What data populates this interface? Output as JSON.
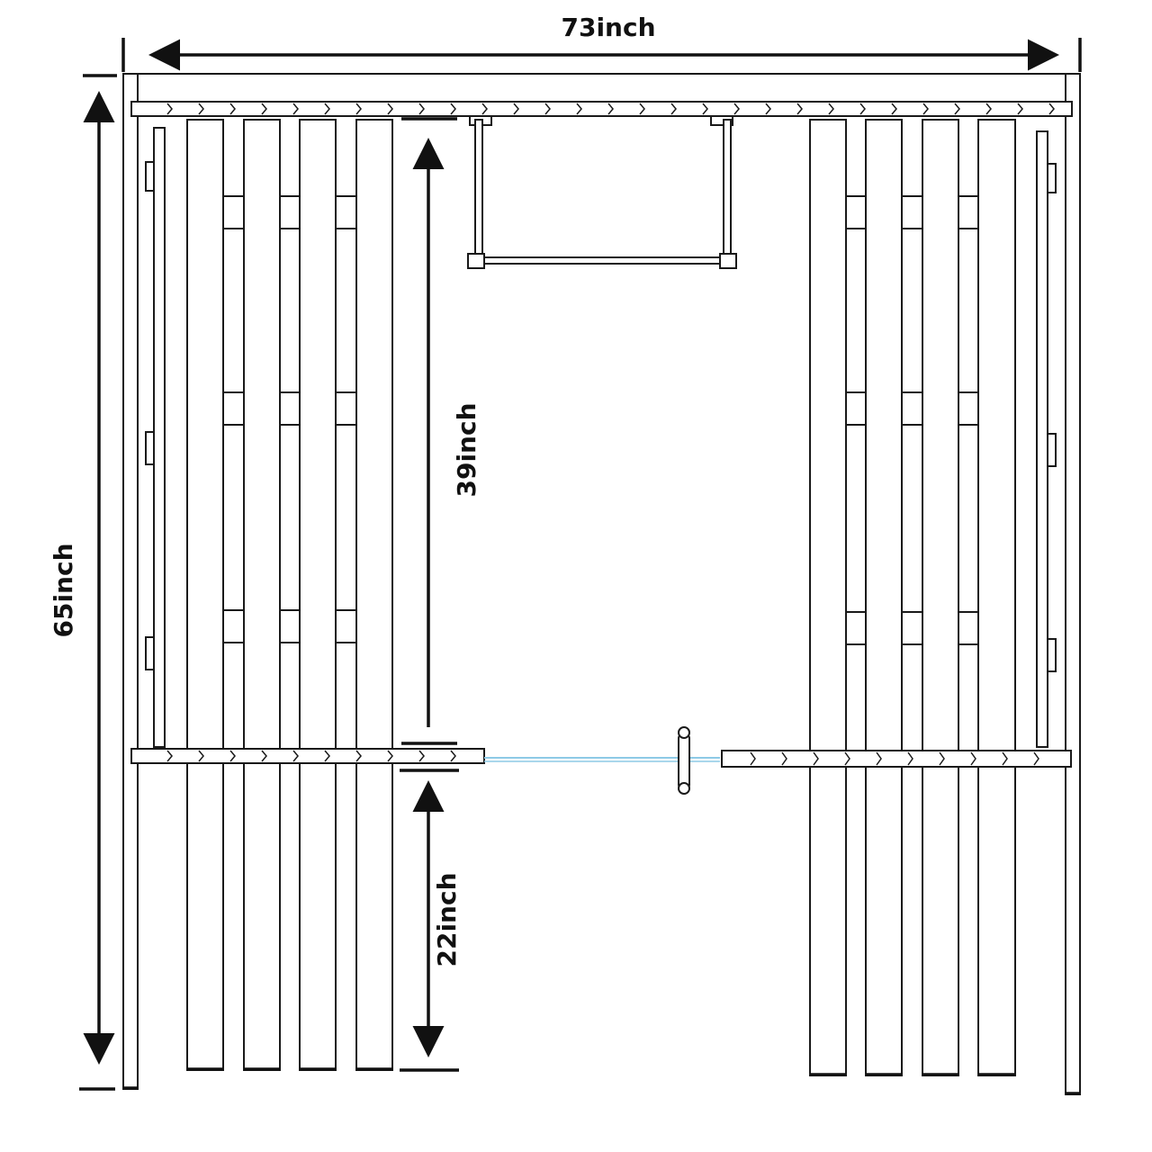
{
  "dimensions": {
    "width_label": "73inch",
    "height_label": "65inch",
    "upper_label": "39inch",
    "lower_label": "22inch"
  },
  "colors": {
    "line": "#1a1a1a",
    "rod": "#8ecae6",
    "background": "#ffffff"
  }
}
